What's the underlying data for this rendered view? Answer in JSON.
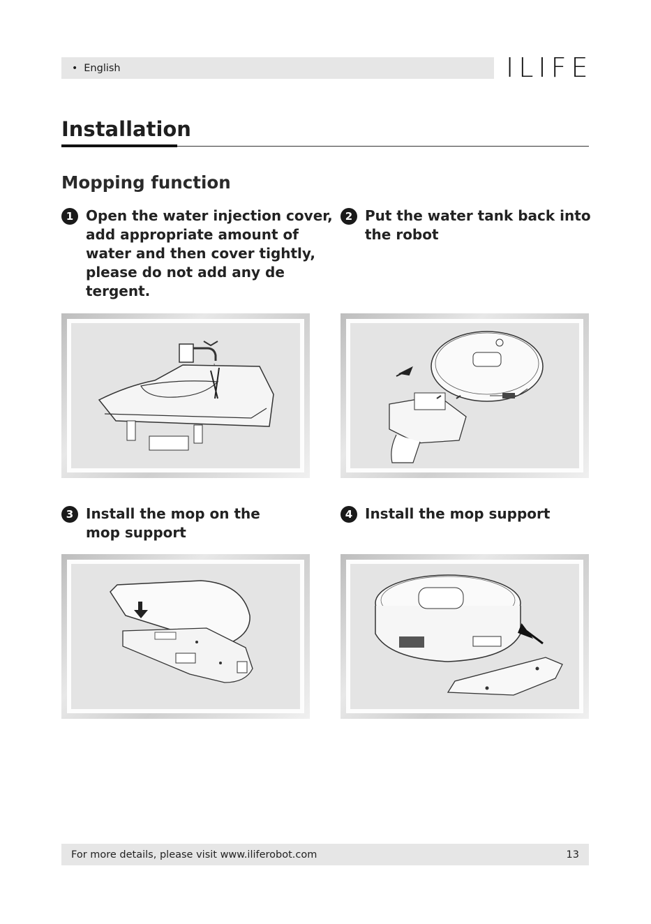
{
  "header": {
    "bullet": "•",
    "language": "English",
    "logo": "ILIFE"
  },
  "section_title": "Installation",
  "subsection_title": "Mopping function",
  "steps": [
    {
      "number": "1",
      "text": "Open the water injection cover,\nadd appropriate amount of\nwater and then cover tightly,\nplease do not add any de\ntergent."
    },
    {
      "number": "2",
      "text": "Put the water tank back into\nthe robot"
    },
    {
      "number": "3",
      "text": "Install the mop on the\nmop support"
    },
    {
      "number": "4",
      "text": "Install the mop support"
    }
  ],
  "illustrations": [
    {
      "icon": "water-tank-faucet-illustration"
    },
    {
      "icon": "robot-insert-tank-illustration"
    },
    {
      "icon": "mop-on-support-illustration"
    },
    {
      "icon": "robot-mop-support-illustration"
    }
  ],
  "footer": {
    "text": "For more details, please visit www.iliferobot.com",
    "page_number": "13"
  },
  "colors": {
    "header_bar": "#e6e6e6",
    "badge": "#1a1a1a",
    "panel": "#e4e4e4"
  }
}
